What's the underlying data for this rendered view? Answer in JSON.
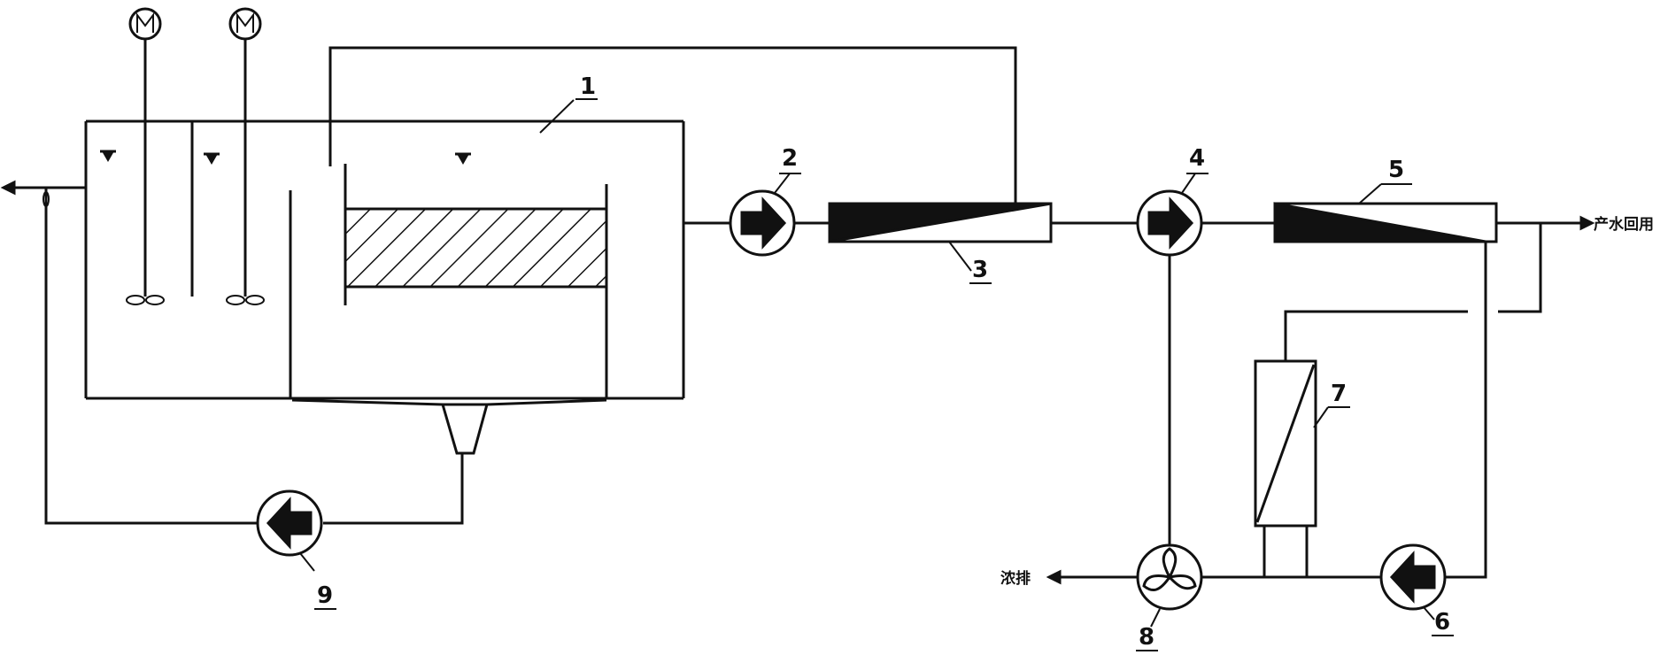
{
  "labels": {
    "tank": "1",
    "pump_feed": "2",
    "membrane_1": "3",
    "pump_high": "4",
    "membrane_ro": "5",
    "pump_circ": "6",
    "filter": "7",
    "energy_recovery": "8",
    "pump_sludge": "9"
  },
  "text": {
    "product_water": "产水回用",
    "concentrate": "浓排"
  },
  "icons": {
    "motor": "M"
  }
}
